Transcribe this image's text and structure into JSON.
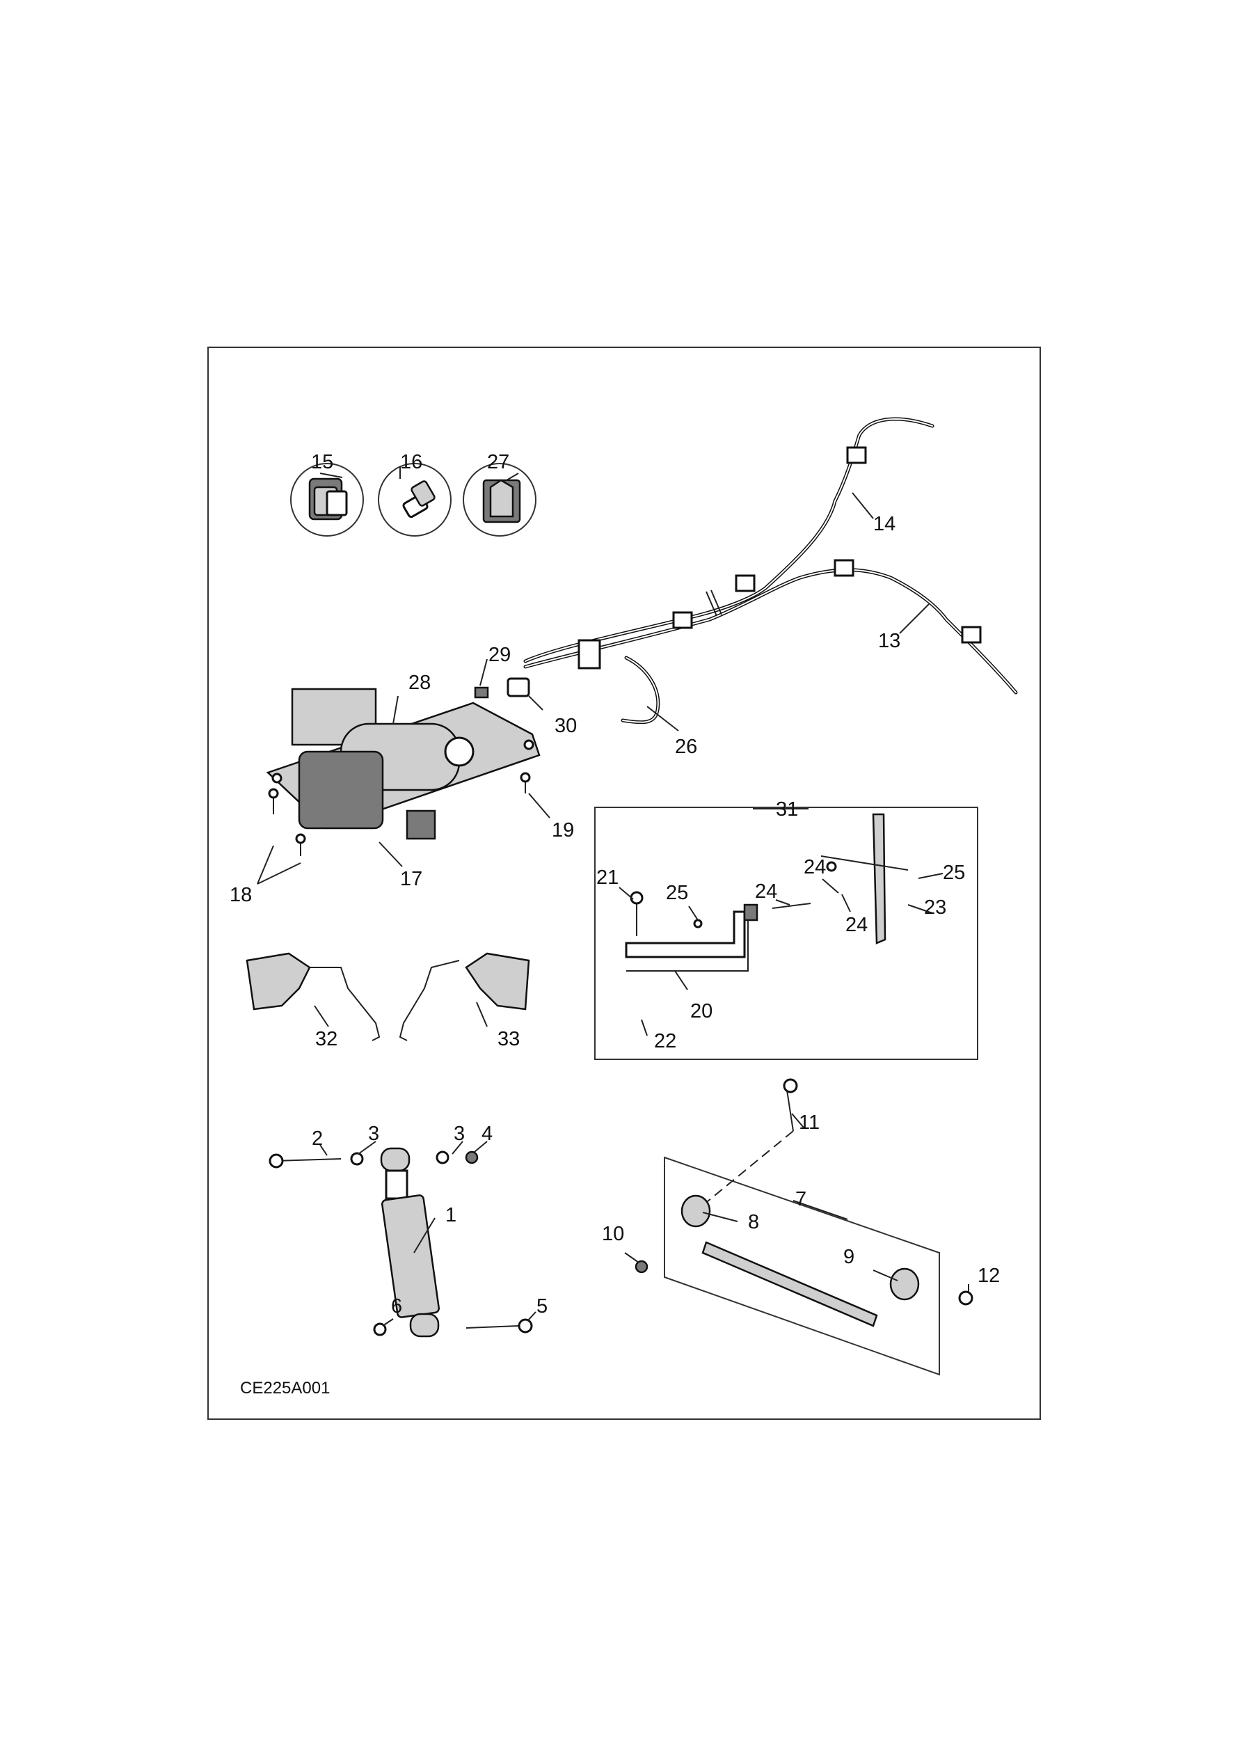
{
  "figure_code": "CE225A001",
  "callouts": [
    "1",
    "2",
    "3",
    "3",
    "4",
    "5",
    "6",
    "7",
    "8",
    "9",
    "10",
    "11",
    "12",
    "13",
    "14",
    "15",
    "16",
    "17",
    "18",
    "19",
    "20",
    "21",
    "22",
    "23",
    "24",
    "24",
    "24",
    "25",
    "25",
    "26",
    "27",
    "28",
    "29",
    "30",
    "31",
    "32",
    "33"
  ]
}
